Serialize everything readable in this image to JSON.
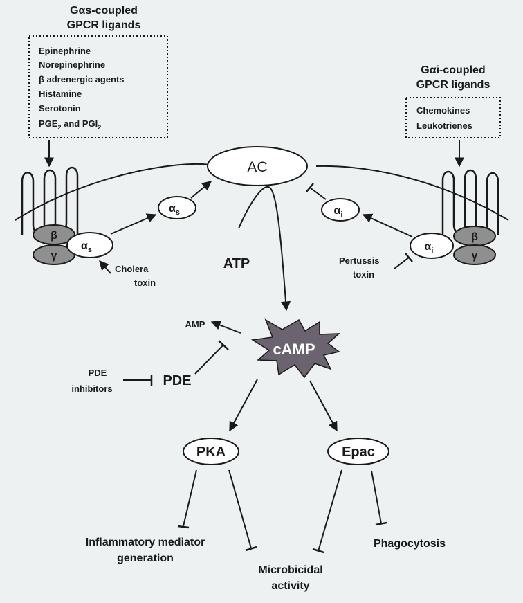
{
  "gs_ligands": {
    "title_line1": "Gαs-coupled",
    "title_line2": "GPCR ligands",
    "items": [
      "Epinephrine",
      "Norepinephrine",
      "β adrenergic agents",
      "Histamine",
      "Serotonin"
    ],
    "pge_prefix": "PGE",
    "pge_sub": "2",
    "pge_mid": " and PGI",
    "pgi_sub": "2"
  },
  "gi_ligands": {
    "title_line1": "Gαi-coupled",
    "title_line2": "GPCR ligands",
    "items": [
      "Chemokines",
      "Leukotrienes"
    ]
  },
  "nodes": {
    "ac": "AC",
    "alpha": "α",
    "s_sub": "s",
    "i_sub": "i",
    "beta": "β",
    "gamma": "γ",
    "atp": "ATP",
    "camp": "cAMP",
    "amp": "AMP",
    "pde": "PDE",
    "pka": "PKA",
    "epac": "Epac"
  },
  "modulators": {
    "cholera_1": "Cholera",
    "cholera_2": "toxin",
    "pertussis_1": "Pertussis",
    "pertussis_2": "toxin",
    "pde_inhib_1": "PDE",
    "pde_inhib_2": "inhibitors"
  },
  "outcomes": {
    "inflam_1": "Inflammatory mediator",
    "inflam_2": "generation",
    "micro_1": "Microbicidal",
    "micro_2": "activity",
    "phago": "Phagocytosis"
  },
  "colors": {
    "background": "#eef1f1",
    "ink": "#1a1a1a",
    "subunit_fill": "#8f8f8f",
    "camp_fill": "#6b6470",
    "node_fill": "#ffffff"
  }
}
